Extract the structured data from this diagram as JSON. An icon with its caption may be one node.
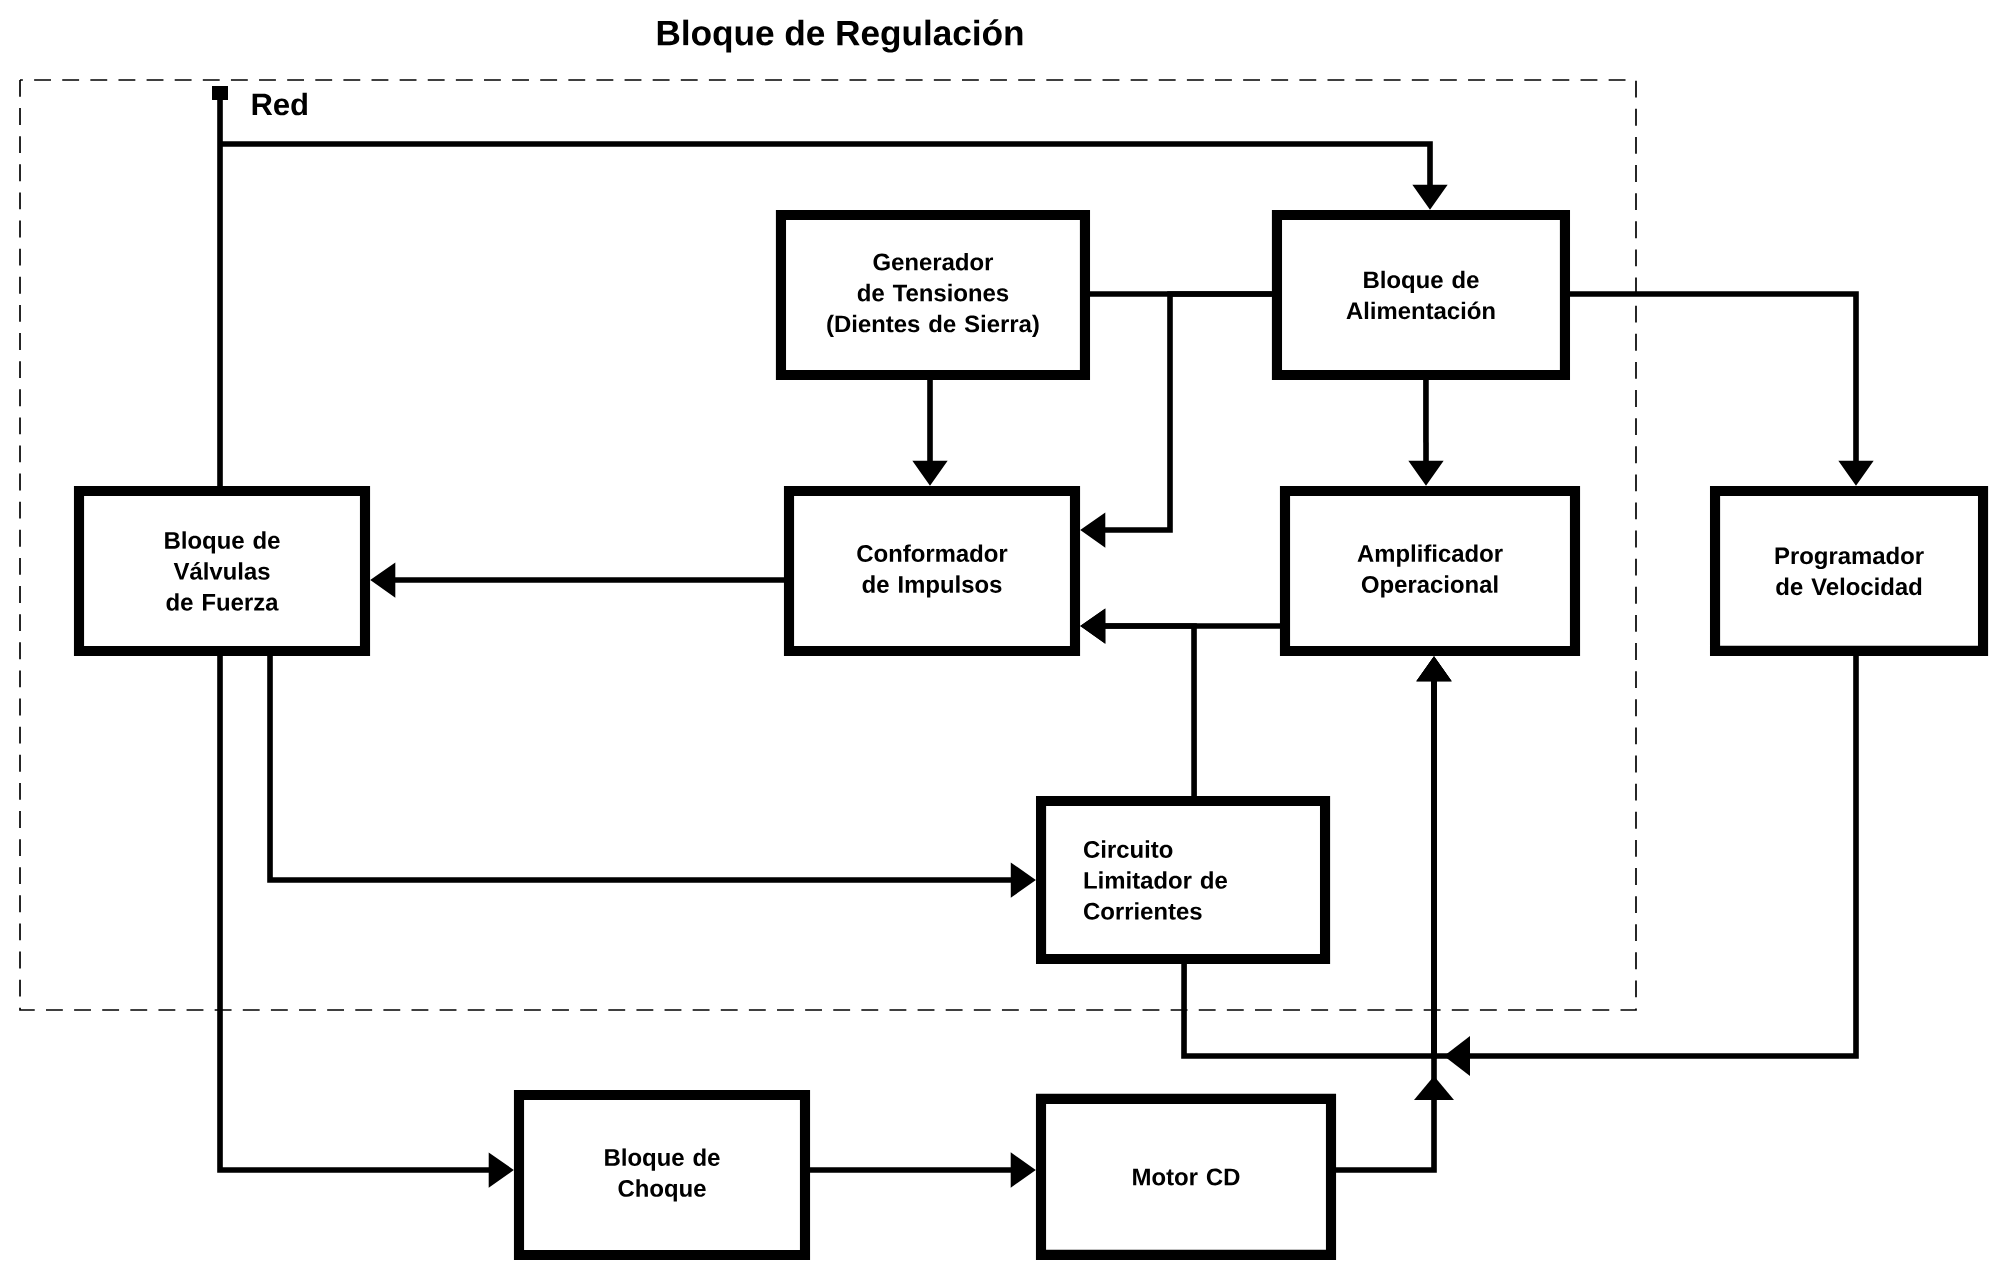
{
  "diagram": {
    "nodes": [
      {
        "text": [
          "Bloque de Regulación"
        ]
      },
      {
        "text": [
          "Red"
        ],
        "in": 0
      },
      {
        "text": [
          "Generador de Tensiones (Dientes de Sierra)"
        ],
        "in": 0
      },
      {
        "text": [
          "Bloque de Alimentación"
        ],
        "in": 0
      },
      {
        "text": [
          "Bloque de Válvulas de Fuerza"
        ],
        "in": 0
      },
      {
        "text": [
          "Conformador de Impulsos"
        ],
        "in": 0
      },
      {
        "text": [
          "Amplificador Operacional"
        ],
        "in": 0
      },
      {
        "text": [
          "Programador de Velocidad"
        ]
      },
      {
        "text": [
          "Circuito Limitador de Corrientes"
        ],
        "in": 0
      },
      {
        "text": [
          "Bloque de Choque"
        ]
      },
      {
        "text": [
          "Motor CD"
        ]
      }
    ],
    "edges": [
      {
        "from": 1,
        "to": 3,
        "arrow": "to"
      },
      {
        "from": 1,
        "to": 4,
        "arrow": "none"
      },
      {
        "from": 2,
        "to": 3,
        "arrow": "none"
      },
      {
        "from": 3,
        "to": 5,
        "arrow": "to"
      },
      {
        "from": 2,
        "to": 5,
        "arrow": "to"
      },
      {
        "from": 3,
        "to": 6,
        "arrow": "to"
      },
      {
        "from": 3,
        "to": 7,
        "arrow": "to"
      },
      {
        "from": 5,
        "to": 4,
        "arrow": "to"
      },
      {
        "from": 6,
        "to": 5,
        "arrow": "to"
      },
      {
        "from": 8,
        "to": 5,
        "arrow": "to"
      },
      {
        "from": 4,
        "to": 8,
        "arrow": "to"
      },
      {
        "from": 4,
        "to": 9,
        "arrow": "to"
      },
      {
        "from": 9,
        "to": 10,
        "arrow": "to"
      },
      {
        "from": 10,
        "to": 6,
        "arrow": "to"
      },
      {
        "from": 8,
        "to": 6,
        "arrow": "to"
      },
      {
        "from": 7,
        "to": 6,
        "arrow": "to"
      }
    ]
  }
}
